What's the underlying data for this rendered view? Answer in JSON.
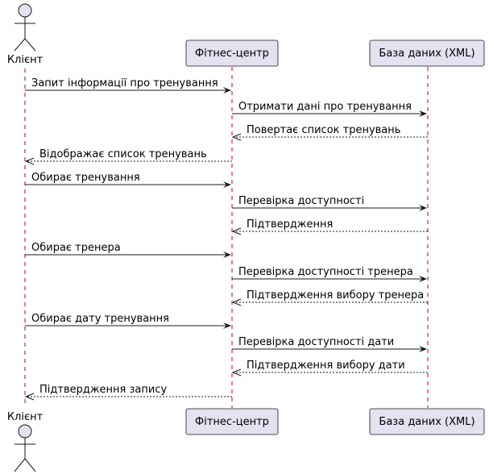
{
  "participants": [
    {
      "id": "client",
      "label": "Клієнт",
      "type": "actor"
    },
    {
      "id": "center",
      "label": "Фітнес-центр",
      "type": "participant"
    },
    {
      "id": "db",
      "label": "База даних (XML)",
      "type": "participant"
    }
  ],
  "messages": [
    {
      "from": "client",
      "to": "center",
      "label": "Запит інформації про тренування",
      "style": "solid"
    },
    {
      "from": "center",
      "to": "db",
      "label": "Отримати дані про тренування",
      "style": "solid"
    },
    {
      "from": "db",
      "to": "center",
      "label": "Повертає список тренувань",
      "style": "dashed"
    },
    {
      "from": "center",
      "to": "client",
      "label": "Відображає список тренувань",
      "style": "dashed"
    },
    {
      "from": "client",
      "to": "center",
      "label": "Обирає тренування",
      "style": "solid"
    },
    {
      "from": "center",
      "to": "db",
      "label": "Перевірка доступності",
      "style": "solid"
    },
    {
      "from": "db",
      "to": "center",
      "label": "Підтвердження",
      "style": "dashed"
    },
    {
      "from": "client",
      "to": "center",
      "label": "Обирає тренера",
      "style": "solid"
    },
    {
      "from": "center",
      "to": "db",
      "label": "Перевірка доступності тренера",
      "style": "solid"
    },
    {
      "from": "db",
      "to": "center",
      "label": "Підтвердження вибору тренера",
      "style": "dashed"
    },
    {
      "from": "client",
      "to": "center",
      "label": "Обирає дату тренування",
      "style": "solid"
    },
    {
      "from": "center",
      "to": "db",
      "label": "Перевірка доступності дати",
      "style": "solid"
    },
    {
      "from": "db",
      "to": "center",
      "label": "Підтвердження вибору дати",
      "style": "dashed"
    },
    {
      "from": "center",
      "to": "client",
      "label": "Підтвердження запису",
      "style": "dashed"
    }
  ]
}
